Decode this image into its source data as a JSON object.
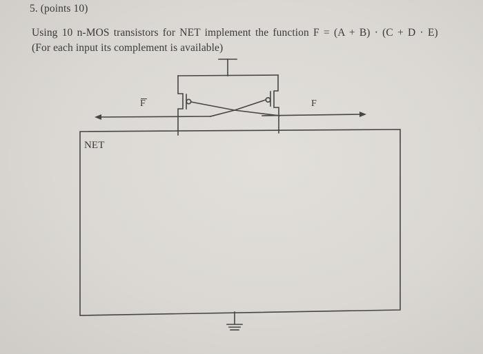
{
  "question": {
    "number_label": "5. (points 10)",
    "prompt_line_1": "Using 10 n-MOS transistors for NET implement the function F = (A + B) · (C + D · E)",
    "prompt_line_2": "(For each input its complement is available)",
    "function_expression": "F = (A + B) · (C + D · E)",
    "transistor_count": 10,
    "transistor_type": "n-MOS"
  },
  "schematic": {
    "output_left_label": "F",
    "output_left_overbar": true,
    "output_right_label": "F",
    "network_box_label": "NET",
    "supply_symbol": "vdd-tee",
    "ground_symbol": "ground",
    "pull_up_devices": [
      "pmos-left-cross-coupled",
      "pmos-right-cross-coupled"
    ],
    "line_color": "#454545"
  }
}
